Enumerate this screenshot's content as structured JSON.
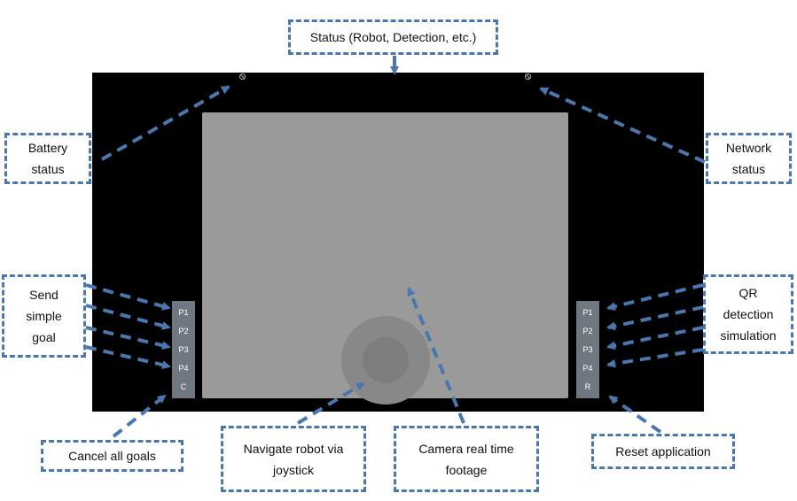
{
  "callouts": {
    "status": "Status (Robot, Detection, etc.)",
    "battery": "Battery\nstatus",
    "network": "Network\nstatus",
    "send_goal": "Send\nsimple\ngoal",
    "qr_detection": "QR\ndetection\nsimulation",
    "cancel_goals": "Cancel all goals",
    "joystick": "Navigate robot via\njoystick",
    "camera": "Camera real time\nfootage",
    "reset": "Reset application"
  },
  "left_panel": {
    "buttons": [
      "P1",
      "P2",
      "P3",
      "P4",
      "C"
    ]
  },
  "right_panel": {
    "buttons": [
      "P1",
      "P2",
      "P3",
      "P4",
      "R"
    ]
  },
  "icons": {
    "battery": "status-indicator-icon",
    "network": "status-indicator-icon"
  },
  "colors": {
    "screen": "#000000",
    "camera": "#9a9a9a",
    "panel": "#6f7880",
    "callout_border": "#4a77ad",
    "arrow": "#4a77ad"
  }
}
